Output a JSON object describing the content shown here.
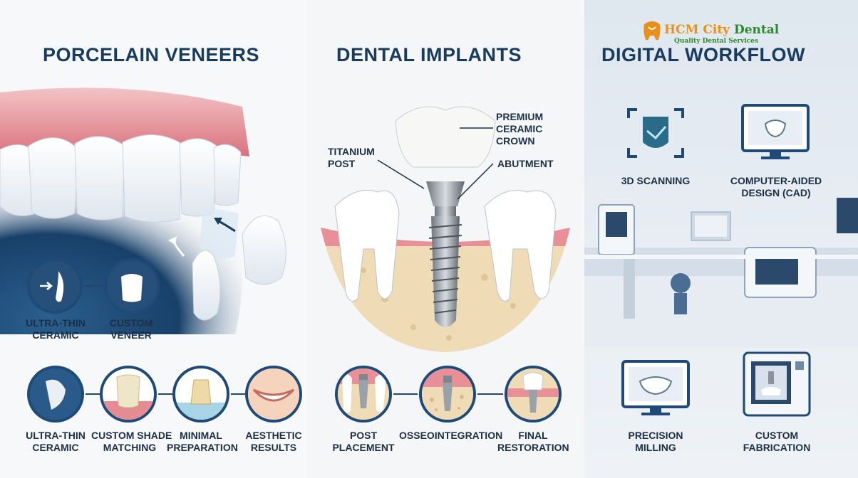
{
  "brand": {
    "name_part1": "HCM City",
    "name_part2": " Dental",
    "subtitle": "Quality Dental Services",
    "colors": {
      "orange": "#e8901a",
      "green": "#2a8a2a"
    }
  },
  "colors": {
    "navy": "#1f4a78",
    "title": "#183c5e",
    "gum": "#e58b93",
    "bone": "#f0e0c0"
  },
  "veneers": {
    "title": "PORCELAIN VENEERS",
    "mini_labels": [
      {
        "line1": "ULTRA-THIN",
        "line2": "CERAMIC"
      },
      {
        "line1": "CUSTOM",
        "line2": "VENEER"
      }
    ],
    "steps": [
      {
        "line1": "ULTRA-THIN",
        "line2": "CERAMIC",
        "icon": "veneer-shell-icon"
      },
      {
        "line1": "CUSTOM SHADE",
        "line2": "MATCHING",
        "icon": "shade-tooth-icon"
      },
      {
        "line1": "MINIMAL",
        "line2": "PREPARATION",
        "icon": "prepared-tooth-icon"
      },
      {
        "line1": "AESTHETIC",
        "line2": "RESULTS",
        "icon": "smile-icon"
      }
    ]
  },
  "implants": {
    "title": "DENTAL IMPLANTS",
    "callouts": {
      "crown": {
        "line1": "PREMIUM",
        "line2": "CERAMIC",
        "line3": "CROWN"
      },
      "post": {
        "line1": "TITANIUM",
        "line2": "POST"
      },
      "abutment": {
        "line1": "ABUTMENT"
      }
    },
    "steps": [
      {
        "line1": "POST",
        "line2": "PLACEMENT",
        "icon": "implant-post-icon"
      },
      {
        "line1": "OSSEOINTEGRATION",
        "line2": "",
        "icon": "osseointegration-icon"
      },
      {
        "line1": "FINAL",
        "line2": "RESTORATION",
        "icon": "final-crown-icon"
      }
    ]
  },
  "digital": {
    "title": "DIGITAL WORKFLOW",
    "top_labels": [
      {
        "line1": "3D SCANNING",
        "line2": "",
        "icon": "scanner-face-icon"
      },
      {
        "line1": "COMPUTER-AIDED",
        "line2": "DESIGN (CAD)",
        "icon": "cad-monitor-icon"
      }
    ],
    "bottom_labels": [
      {
        "line1": "PRECISION",
        "line2": "MILLING",
        "icon": "milling-monitor-icon"
      },
      {
        "line1": "CUSTOM",
        "line2": "FABRICATION",
        "icon": "fabrication-machine-icon"
      }
    ]
  }
}
